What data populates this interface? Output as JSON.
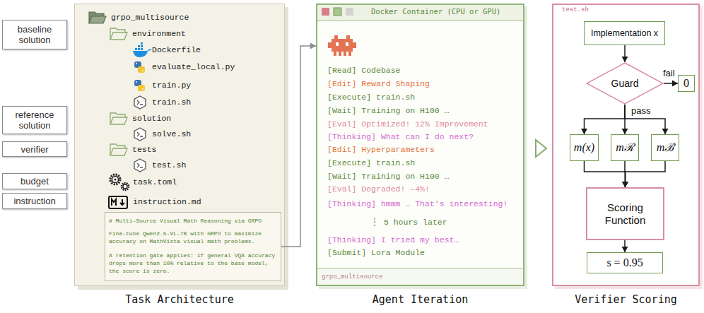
{
  "diagram": {
    "nodes": [
      {
        "text": [
          "baseline solution"
        ]
      },
      {
        "text": [
          "reference solution"
        ]
      },
      {
        "text": [
          "verifier"
        ]
      },
      {
        "text": [
          "budget"
        ]
      },
      {
        "text": [
          "instruction"
        ]
      },
      {
        "text": [
          "grpo_multisource",
          "environment",
          "Dockerfile",
          "evaluate_local.py",
          "train.py",
          "train.sh",
          "solution",
          "solve.sh",
          "tests",
          "test.sh",
          "task.toml",
          "instruction.md",
          "Task Architecture"
        ]
      },
      {
        "text": [
          "# Multi-Source Visual Math Reasoning via GRPO",
          "Fine-tune Qwen2.5-VL-7B with GRPO to maximize accuracy on MathVista visual math problems.",
          "A retention gate applies: if general VQA accuracy drops more than 10% relative to the base model, the score is zero."
        ],
        "in": 5
      },
      {
        "text": [
          "Docker Container (CPU or GPU)",
          "[Read] Codebase",
          "[Edit] Reward Shaping",
          "[Execute] train.sh",
          "[Wait] Training on H100 …",
          "[Eval] Optimized! 12% Improvement",
          "[Thinking] What can I do next?",
          "[Edit] Hyperparameters",
          "[Execute] train.sh",
          "[Wait] Training on H100 …",
          "[Eval] Degraded! -4%!",
          "[Thinking] hmmm … That's interesting!",
          "⋮ 5 hours later",
          "[Thinking] I tried my best…",
          "[Submit] Lora Module",
          "grpo_multisource",
          "Agent Iteration"
        ]
      },
      {
        "text": [
          "test.sh",
          "Verifier Scoring"
        ]
      },
      {
        "text": [
          "Implementation x"
        ],
        "in": 8
      },
      {
        "text": [
          "Guard"
        ],
        "in": 8
      },
      {
        "text": [
          "0"
        ],
        "in": 8
      },
      {
        "text": [
          "m(x)"
        ],
        "in": 8
      },
      {
        "text": [
          "mℛ"
        ],
        "in": 8
      },
      {
        "text": [
          "mℬ"
        ],
        "in": 8
      },
      {
        "text": [
          "Scoring Function"
        ],
        "in": 8
      },
      {
        "text": [
          "s = 0.95"
        ],
        "in": 8
      }
    ],
    "edges": [
      {
        "from": 6,
        "to": 7,
        "arrow": "to"
      },
      {
        "from": 9,
        "to": 10,
        "arrow": "to"
      },
      {
        "from": 10,
        "to": 11,
        "label": "fail",
        "arrow": "to"
      },
      {
        "from": 10,
        "to": 12,
        "arrow": "to"
      },
      {
        "from": 10,
        "to": 13,
        "label": "pass",
        "arrow": "to"
      },
      {
        "from": 10,
        "to": 14,
        "arrow": "to"
      },
      {
        "from": 12,
        "to": 15,
        "arrow": "to"
      },
      {
        "from": 13,
        "to": 15,
        "arrow": "to"
      },
      {
        "from": 14,
        "to": 15,
        "arrow": "to"
      },
      {
        "from": 15,
        "to": 16,
        "arrow": "to"
      }
    ]
  }
}
